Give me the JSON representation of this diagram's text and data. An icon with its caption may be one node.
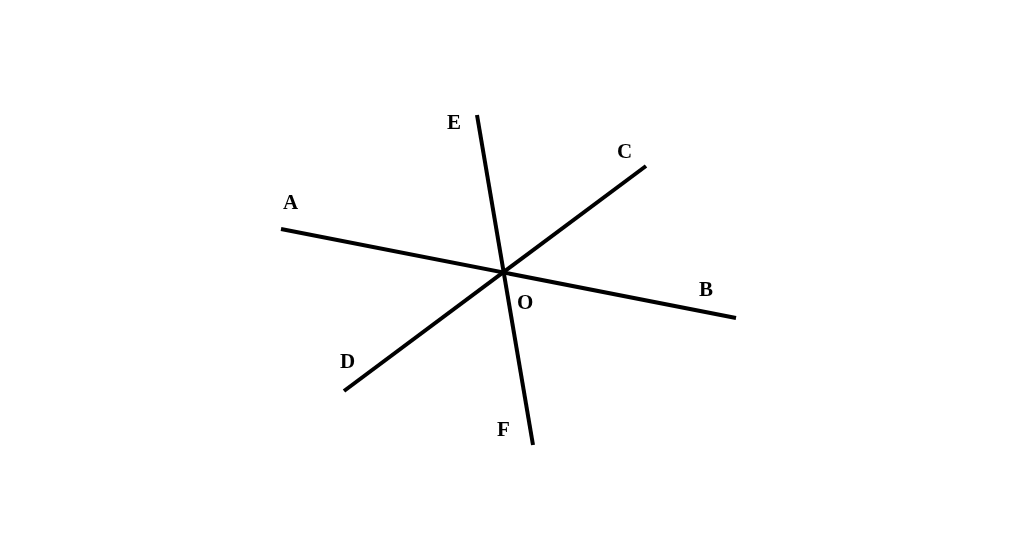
{
  "diagram": {
    "labels": [
      "E",
      "C",
      "A",
      "B",
      "O",
      "D",
      "F"
    ]
  }
}
